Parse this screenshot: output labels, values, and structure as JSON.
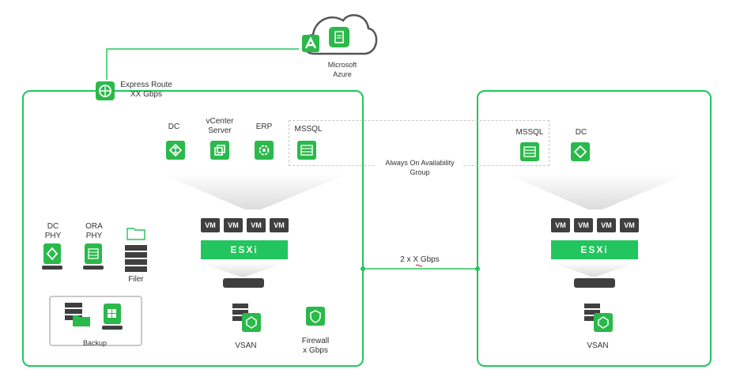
{
  "cloud": {
    "name": "Microsoft\nAzure",
    "label_line1": "Microsoft",
    "label_line2": "Azure"
  },
  "express_route": {
    "line1": "Express Route",
    "line2": "XX Gbps"
  },
  "left_site": {
    "vms_top": [
      {
        "line1": "DC",
        "line2": ""
      },
      {
        "line1": "vCenter",
        "line2": "Server"
      },
      {
        "line1": "ERP",
        "line2": ""
      },
      {
        "line1": "MSSQL",
        "line2": ""
      }
    ],
    "vm_labels": [
      "VM",
      "VM",
      "VM",
      "VM"
    ],
    "esxi_label": "ESXi",
    "physical": [
      {
        "line1": "DC",
        "line2": "PHY"
      },
      {
        "line1": "ORA",
        "line2": "PHY"
      }
    ],
    "filer_label": "Filer",
    "backup_label": "Backup",
    "vsan_label": "VSAN",
    "firewall": {
      "line1": "Firewall",
      "line2": "x Gbps"
    }
  },
  "availability_group": {
    "line1": "Always On Availability",
    "line2": "Group"
  },
  "link": {
    "label": "2 x  X Gbps"
  },
  "right_site": {
    "vms_top": [
      {
        "line1": "MSSQL"
      },
      {
        "line1": "DC"
      }
    ],
    "vm_labels": [
      "VM",
      "VM",
      "VM",
      "VM"
    ],
    "esxi_label": "ESXi",
    "vsan_label": "VSAN"
  },
  "colors": {
    "accent": "#22c55e",
    "tile": "#2ab94a",
    "dark": "#3f3f3f",
    "funnel": "#e5e5e5"
  }
}
